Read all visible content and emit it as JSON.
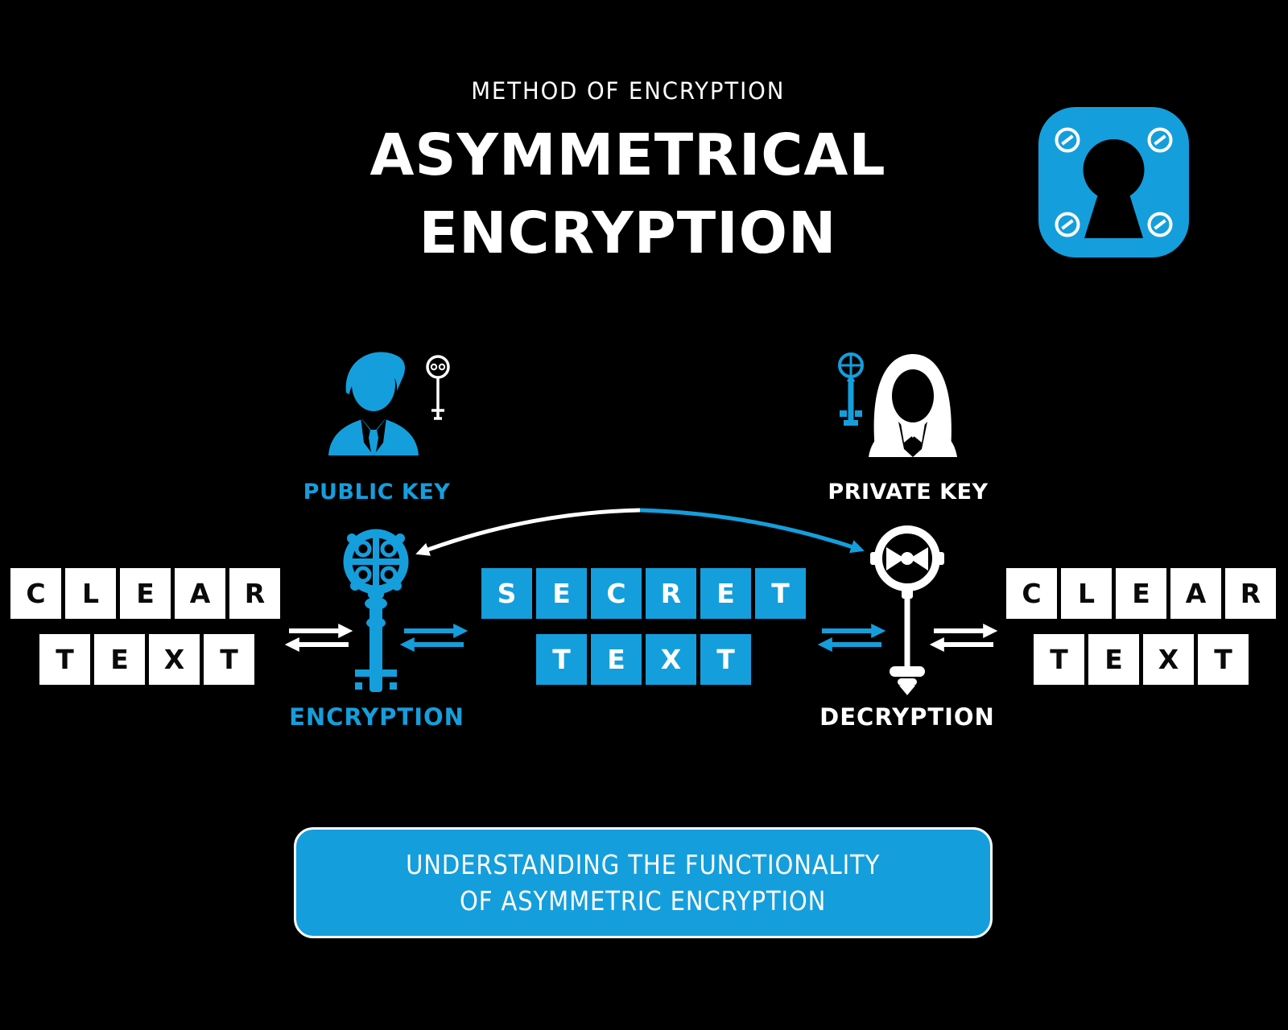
{
  "title": {
    "eyebrow": "METHOD OF ENCRYPTION",
    "line1": "ASYMMETRICAL",
    "line2": "ENCRYPTION"
  },
  "actors": {
    "public": {
      "label": "PUBLIC KEY"
    },
    "private": {
      "label": "PRIVATE KEY"
    }
  },
  "process": {
    "encryption_label": "ENCRYPTION",
    "decryption_label": "DECRYPTION"
  },
  "tiles": {
    "clear_left": {
      "row1": [
        "C",
        "L",
        "E",
        "A",
        "R"
      ],
      "row2": [
        "T",
        "E",
        "X",
        "T"
      ]
    },
    "secret": {
      "row1": [
        "S",
        "E",
        "C",
        "R",
        "E",
        "T"
      ],
      "row2": [
        "T",
        "E",
        "X",
        "T"
      ]
    },
    "clear_right": {
      "row1": [
        "C",
        "L",
        "E",
        "A",
        "R"
      ],
      "row2": [
        "T",
        "E",
        "X",
        "T"
      ]
    }
  },
  "banner": {
    "line1": "UNDERSTANDING THE FUNCTIONALITY",
    "line2": "OF ASYMMETRIC ENCRYPTION"
  },
  "icons": {
    "keyhole": "keyhole-icon",
    "public_person": "man-with-key-icon",
    "private_person": "woman-with-key-icon",
    "encryption_key": "ornate-key-icon",
    "decryption_key": "round-bow-key-icon"
  },
  "colors": {
    "accent_blue": "#159EDC",
    "background": "#000000",
    "tile_white": "#FFFFFF"
  }
}
